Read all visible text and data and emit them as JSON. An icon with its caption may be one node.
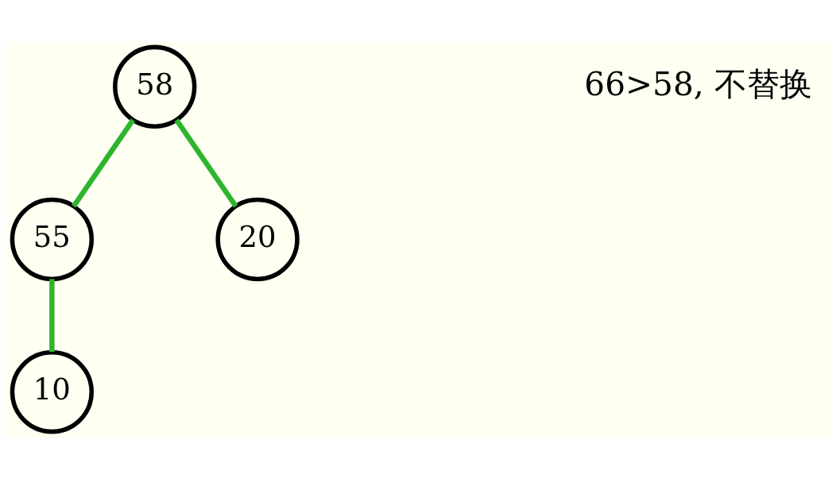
{
  "diagram": {
    "nodes": [
      {
        "text": [
          "58"
        ]
      },
      {
        "text": [
          "55"
        ]
      },
      {
        "text": [
          "20"
        ]
      },
      {
        "text": [
          "10"
        ]
      }
    ],
    "edges": [
      {
        "from": 0,
        "to": 1,
        "arrow": "none"
      },
      {
        "from": 0,
        "to": 2,
        "arrow": "none"
      },
      {
        "from": 1,
        "to": 3,
        "arrow": "none"
      }
    ],
    "labels": [
      "66>58, 不替换"
    ]
  }
}
